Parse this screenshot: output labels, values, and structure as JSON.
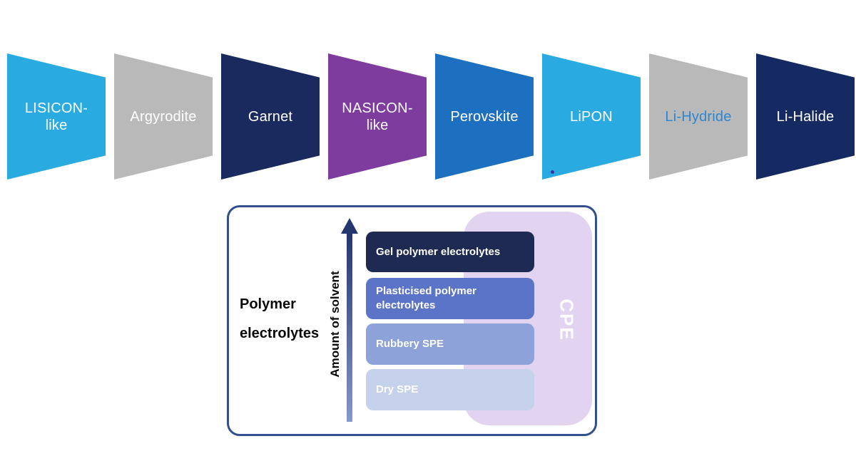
{
  "chevrons": {
    "items": [
      {
        "label": "LISICON-\nlike",
        "bg": "#29ABE2",
        "fg": "#FFFFFF"
      },
      {
        "label": "Argyrodite",
        "bg": "#B9B9B9",
        "fg": "#FFFFFF"
      },
      {
        "label": "Garnet",
        "bg": "#1B2A5E",
        "fg": "#FFFFFF"
      },
      {
        "label": "NASICON-\nlike",
        "bg": "#7D3C9E",
        "fg": "#FFFFFF"
      },
      {
        "label": "Perovskite",
        "bg": "#1D6FC0",
        "fg": "#FFFFFF"
      },
      {
        "label": "LiPON",
        "bg": "#29ABE2",
        "fg": "#FFFFFF"
      },
      {
        "label": "Li-Hydride",
        "bg": "#B9B9B9",
        "fg": "#2E86D0"
      },
      {
        "label": "Li-Halide",
        "bg": "#152A63",
        "fg": "#FFFFFF"
      }
    ],
    "lipon_dot_color": "#3434A4"
  },
  "polymer_box": {
    "title": "Polymer electrolytes",
    "axis_label": "Amount of solvent",
    "border_color": "#34508C",
    "arrow": {
      "gradient": "linear-gradient(to top, #8598C9, #24366E)",
      "head_color": "#24366E"
    },
    "cpe": {
      "label": "CPE",
      "bg": "#E2D3F1",
      "fg": "#FFFFFF"
    },
    "bars": [
      {
        "label": "Gel polymer electrolytes",
        "bg": "#1F2A52",
        "fg": "#FFFFFF"
      },
      {
        "label": "Plasticised polymer electrolytes",
        "bg": "#5B74C8",
        "fg": "#FFFFFF"
      },
      {
        "label": "Rubbery SPE",
        "bg": "#8CA2D8",
        "fg": "#FFFFFF"
      },
      {
        "label": "Dry SPE",
        "bg": "#C6D1EC",
        "fg": "#FFFFFF"
      }
    ]
  }
}
